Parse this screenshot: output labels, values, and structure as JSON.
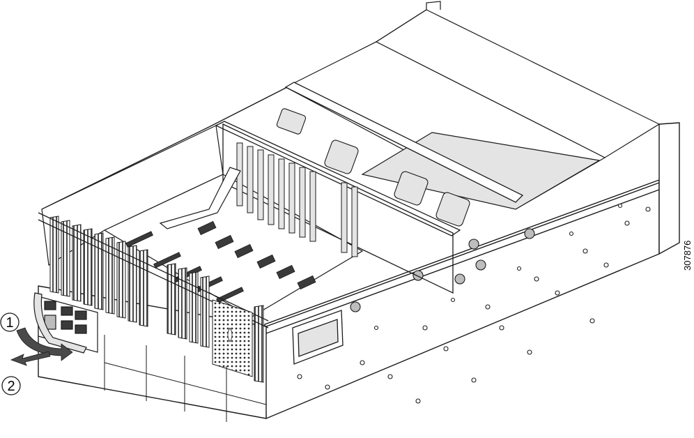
{
  "figure": {
    "subject": "rack-server-chassis-with-top-cover-removed",
    "figure_id": "307876"
  },
  "callouts": [
    {
      "number": "1",
      "action": "rotate-ejector-lever-outward"
    },
    {
      "number": "2",
      "action": "pull-module-out-of-chassis"
    }
  ],
  "colors": {
    "line": "#1a1a1a",
    "panel_fill": "#ffffff",
    "shade_light": "#e4e4e4",
    "shade_mid": "#bdbdbd",
    "shade_dark": "#3a3a3a",
    "arrow": "#4a4a4a"
  }
}
